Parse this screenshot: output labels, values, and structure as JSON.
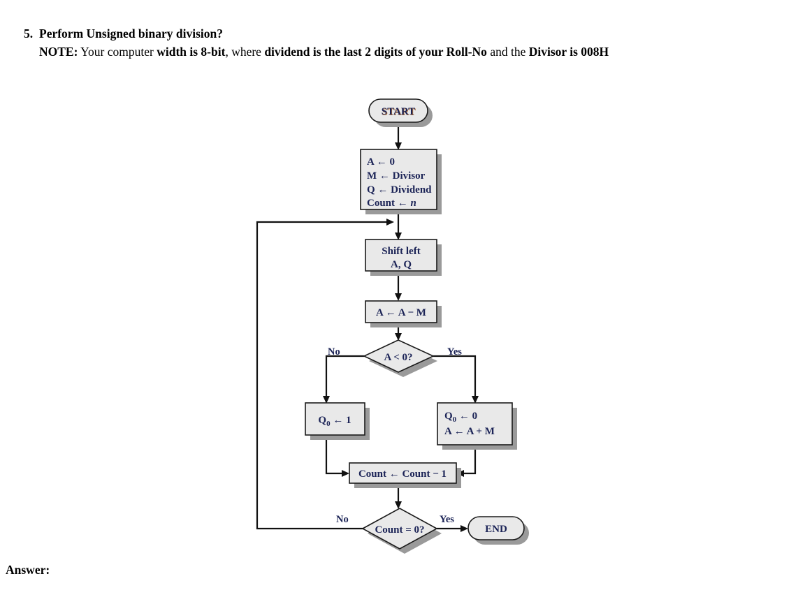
{
  "question": {
    "number": "5.",
    "title": "Perform Unsigned binary division?",
    "note_label": "NOTE:",
    "note_part1": " Your computer ",
    "note_bold1": "width is 8-bit",
    "note_part2": ", where ",
    "note_bold2": "dividend is the last 2 digits of your Roll-No",
    "note_part3": " and the ",
    "note_bold3": "Divisor is 008H"
  },
  "answer": {
    "label": "Answer:"
  },
  "chart_data": {
    "type": "diagram",
    "title": "Unsigned binary division flowchart",
    "nodes": [
      {
        "id": "start",
        "kind": "terminator",
        "label": "START"
      },
      {
        "id": "init",
        "kind": "process",
        "label": "A ← 0 / M ← Divisor / Q ← Dividend / Count ← n"
      },
      {
        "id": "shift",
        "kind": "process",
        "label": "Shift left / A, Q"
      },
      {
        "id": "sub",
        "kind": "process",
        "label": "A ← A − M"
      },
      {
        "id": "test_a",
        "kind": "decision",
        "label": "A < 0?"
      },
      {
        "id": "q0_1",
        "kind": "process",
        "label": "Q₀ ← 1"
      },
      {
        "id": "q0_0",
        "kind": "process",
        "label": "Q₀ ← 0 / A ← A + M"
      },
      {
        "id": "count",
        "kind": "process",
        "label": "Count ← Count − 1"
      },
      {
        "id": "test_c",
        "kind": "decision",
        "label": "Count = 0?"
      },
      {
        "id": "end",
        "kind": "terminator",
        "label": "END"
      }
    ],
    "edges": [
      {
        "from": "start",
        "to": "init",
        "label": ""
      },
      {
        "from": "init",
        "to": "shift",
        "label": ""
      },
      {
        "from": "shift",
        "to": "sub",
        "label": ""
      },
      {
        "from": "sub",
        "to": "test_a",
        "label": ""
      },
      {
        "from": "test_a",
        "to": "q0_1",
        "label": "No"
      },
      {
        "from": "test_a",
        "to": "q0_0",
        "label": "Yes"
      },
      {
        "from": "q0_1",
        "to": "count",
        "label": ""
      },
      {
        "from": "q0_0",
        "to": "count",
        "label": ""
      },
      {
        "from": "count",
        "to": "test_c",
        "label": ""
      },
      {
        "from": "test_c",
        "to": "end",
        "label": "Yes"
      },
      {
        "from": "test_c",
        "to": "shift",
        "label": "No"
      }
    ]
  },
  "flowchart": {
    "start": "START",
    "init_line1": "A ← 0",
    "init_line2": "M ← Divisor",
    "init_line3": "Q ← Dividend",
    "init_line4_pre": "Count ← ",
    "init_line4_italic": "n",
    "shift_line1": "Shift left",
    "shift_line2": "A, Q",
    "subtract": "A ← A − M",
    "decision_a": "A < 0?",
    "label_no_a": "No",
    "label_yes_a": "Yes",
    "q0_set1": "Q",
    "q0_set1_sub": "0",
    "q0_set1_rest": " ← 1",
    "q0_set0": "Q",
    "q0_set0_sub": "0",
    "q0_set0_rest": " ← 0",
    "restore": "A ← A + M",
    "count_dec": "Count ← Count − 1",
    "decision_count": "Count = 0?",
    "label_no_c": "No",
    "label_yes_c": "Yes",
    "end": "END"
  }
}
